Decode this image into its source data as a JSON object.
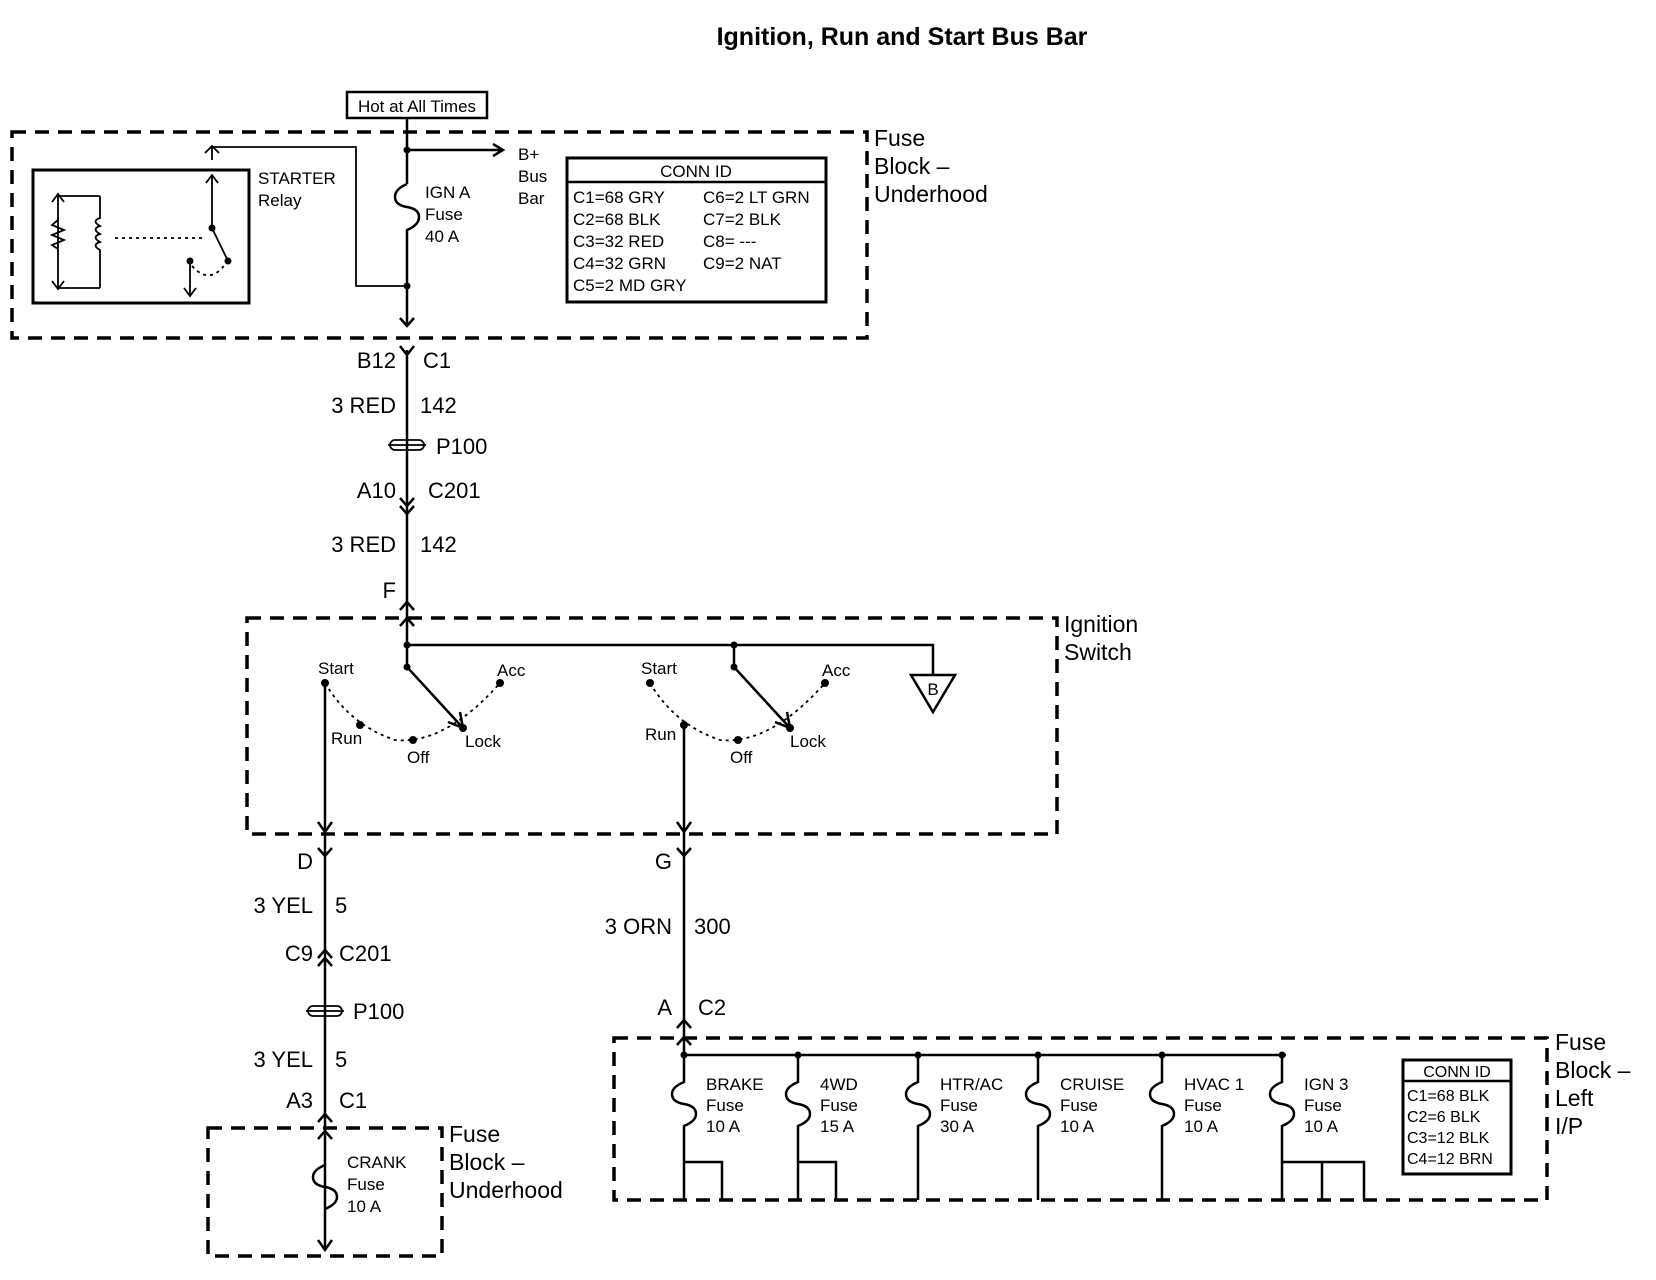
{
  "title": "Ignition, Run and Start Bus Bar",
  "hot_label": "Hot at All Times",
  "fb_underhood": {
    "name": [
      "Fuse",
      "Block –",
      "Underhood"
    ],
    "relay": [
      "STARTER",
      "Relay"
    ],
    "ign_a_fuse": [
      "IGN A",
      "Fuse",
      "40 A"
    ],
    "bplus": [
      "B+",
      "Bus",
      "Bar"
    ],
    "conn_id": {
      "title": "CONN ID",
      "left": [
        "C1=68 GRY",
        "C2=68 BLK",
        "C3=32 RED",
        "C4=32 GRN",
        "C5=2 MD GRY"
      ],
      "right": [
        "C6=2 LT GRN",
        "C7=2 BLK",
        "C8= ---",
        "C9=2 NAT"
      ]
    }
  },
  "feed": {
    "pin_b12": "B12",
    "conn_c1": "C1",
    "wire1_color": "3 RED",
    "wire1_circuit": "142",
    "splice": "P100",
    "pin_a10": "A10",
    "conn_c201": "C201",
    "wire2_color": "3 RED",
    "wire2_circuit": "142",
    "pin_f": "F"
  },
  "ignition_switch": {
    "name": [
      "Ignition",
      "Switch"
    ],
    "left_positions": {
      "start": "Start",
      "acc": "Acc",
      "run": "Run",
      "off": "Off",
      "lock": "Lock"
    },
    "right_positions": {
      "start": "Start",
      "acc": "Acc",
      "run": "Run",
      "off": "Off",
      "lock": "Lock"
    },
    "ground_ref": "B"
  },
  "crank_circuit": {
    "pin_d": "D",
    "wire1_color": "3 YEL",
    "wire1_circuit": "5",
    "pin_c9": "C9",
    "conn_c201": "C201",
    "splice": "P100",
    "wire2_color": "3 YEL",
    "wire2_circuit": "5",
    "pin_a3": "A3",
    "conn_c1": "C1",
    "fb_name": [
      "Fuse",
      "Block –",
      "Underhood"
    ],
    "crank_fuse": [
      "CRANK",
      "Fuse",
      "10 A"
    ]
  },
  "run_circuit": {
    "pin_g": "G",
    "wire_color": "3 ORN",
    "wire_circuit": "300",
    "pin_a": "A",
    "conn_c2": "C2"
  },
  "fb_left_ip": {
    "name": [
      "Fuse",
      "Block –",
      "Left",
      "I/P"
    ],
    "fuses": [
      {
        "name": "BRAKE",
        "word": "Fuse",
        "rating": "10 A"
      },
      {
        "name": "4WD",
        "word": "Fuse",
        "rating": "15 A"
      },
      {
        "name": "HTR/AC",
        "word": "Fuse",
        "rating": "30 A"
      },
      {
        "name": "CRUISE",
        "word": "Fuse",
        "rating": "10 A"
      },
      {
        "name": "HVAC 1",
        "word": "Fuse",
        "rating": "10 A"
      },
      {
        "name": "IGN 3",
        "word": "Fuse",
        "rating": "10 A"
      }
    ],
    "conn_id": {
      "title": "CONN ID",
      "rows": [
        "C1=68 BLK",
        "C2=6 BLK",
        "C3=12 BLK",
        "C4=12 BRN"
      ]
    }
  }
}
